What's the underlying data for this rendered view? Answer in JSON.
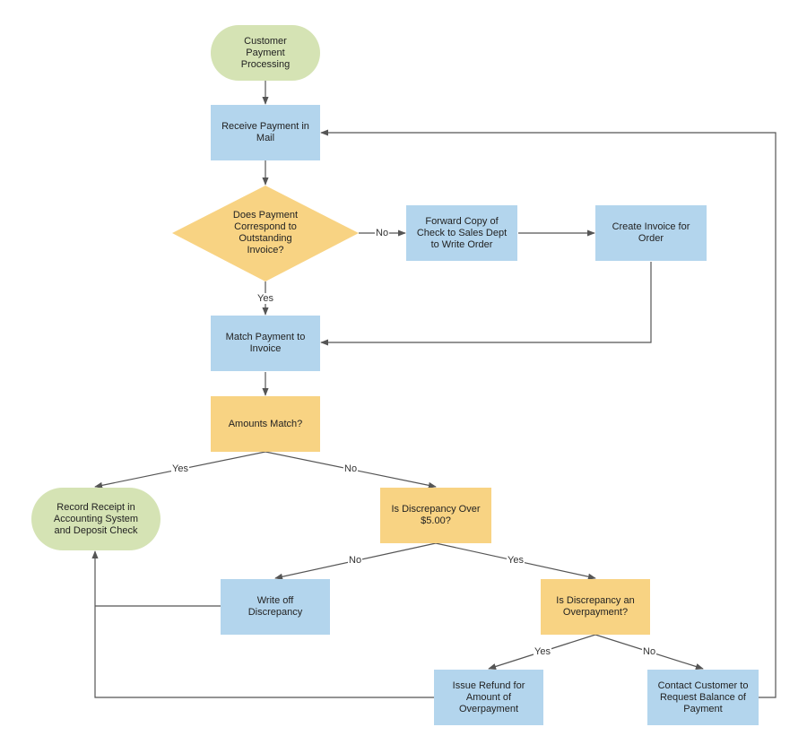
{
  "nodes": {
    "start": "Customer\nPayment\nProcessing",
    "receive": "Receive Payment in\nMail",
    "correspond": "Does Payment\nCorrespond to\nOutstanding\nInvoice?",
    "forward": "Forward Copy of\nCheck to Sales Dept\nto Write Order",
    "create_invoice": "Create Invoice for\nOrder",
    "match": "Match Payment to\nInvoice",
    "amounts_match": "Amounts Match?",
    "record": "Record Receipt in\nAccounting System\nand Deposit Check",
    "discrepancy_over": "Is Discrepancy Over\n$5.00?",
    "write_off": "Write off\nDiscrepancy",
    "overpayment": "Is Discrepancy an\nOverpayment?",
    "refund": "Issue Refund for\nAmount of\nOverpayment",
    "contact": "Contact Customer to\nRequest Balance of\nPayment"
  },
  "edges": {
    "correspond_no": "No",
    "correspond_yes": "Yes",
    "amounts_yes": "Yes",
    "amounts_no": "No",
    "over_no": "No",
    "over_yes": "Yes",
    "overpay_yes": "Yes",
    "overpay_no": "No"
  },
  "colors": {
    "terminal": "#d5e3b4",
    "process": "#b3d5ed",
    "decision": "#f8d383",
    "connector": "#555555"
  }
}
